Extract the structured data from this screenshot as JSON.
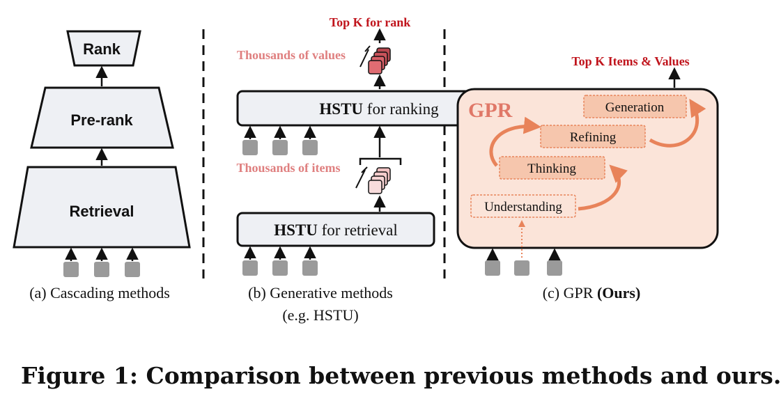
{
  "panel_a": {
    "stages": [
      "Rank",
      "Pre-rank",
      "Retrieval"
    ],
    "caption": "(a) Cascading methods"
  },
  "panel_b": {
    "top_label": "Top K for rank",
    "values_label": "Thousands of values",
    "items_label": "Thousands of items",
    "ranking_box": {
      "bold": "HSTU",
      "rest": " for ranking"
    },
    "retrieval_box": {
      "bold": "HSTU",
      "rest": " for retrieval"
    },
    "caption_line1": "(b) Generative methods",
    "caption_line2": "(e.g. HSTU)"
  },
  "panel_c": {
    "top_label": "Top K Items & Values",
    "title": "GPR",
    "steps": [
      "Generation",
      "Refining",
      "Thinking",
      "Understanding"
    ],
    "caption_prefix": "(c) GPR ",
    "caption_bold": "(Ours)"
  },
  "figure_caption": "Figure 1: Comparison between previous methods and ours.",
  "colors": {
    "accent_red": "#c0141c",
    "pink_text": "#df7f7f",
    "gpr_fill": "#fbe4d9",
    "step_fill": "#f6c6ad",
    "orange_arrow": "#e8835a",
    "gray_box": "#9a9a9a",
    "hstu_fill": "#eef0f4"
  }
}
